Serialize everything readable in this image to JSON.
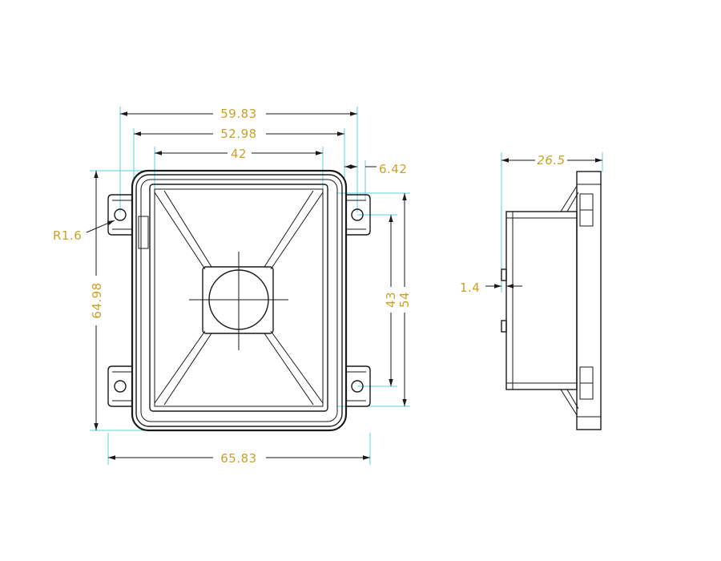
{
  "front_view": {
    "dim_overall_width": "59.83",
    "dim_mid_width": "52.98",
    "dim_inner_width": "42",
    "dim_flange": "6.42",
    "dim_radius": "R1.6",
    "dim_overall_height": "64.98",
    "dim_hole_spacing": "43",
    "dim_body_height": "54",
    "dim_total_width": "65.83"
  },
  "side_view": {
    "dim_depth": "26.5",
    "dim_tab": "1.4"
  },
  "colors": {
    "outline": "#1a1a1a",
    "extension_line": "#5fd3e0",
    "dimension_text": "#c9a227"
  }
}
